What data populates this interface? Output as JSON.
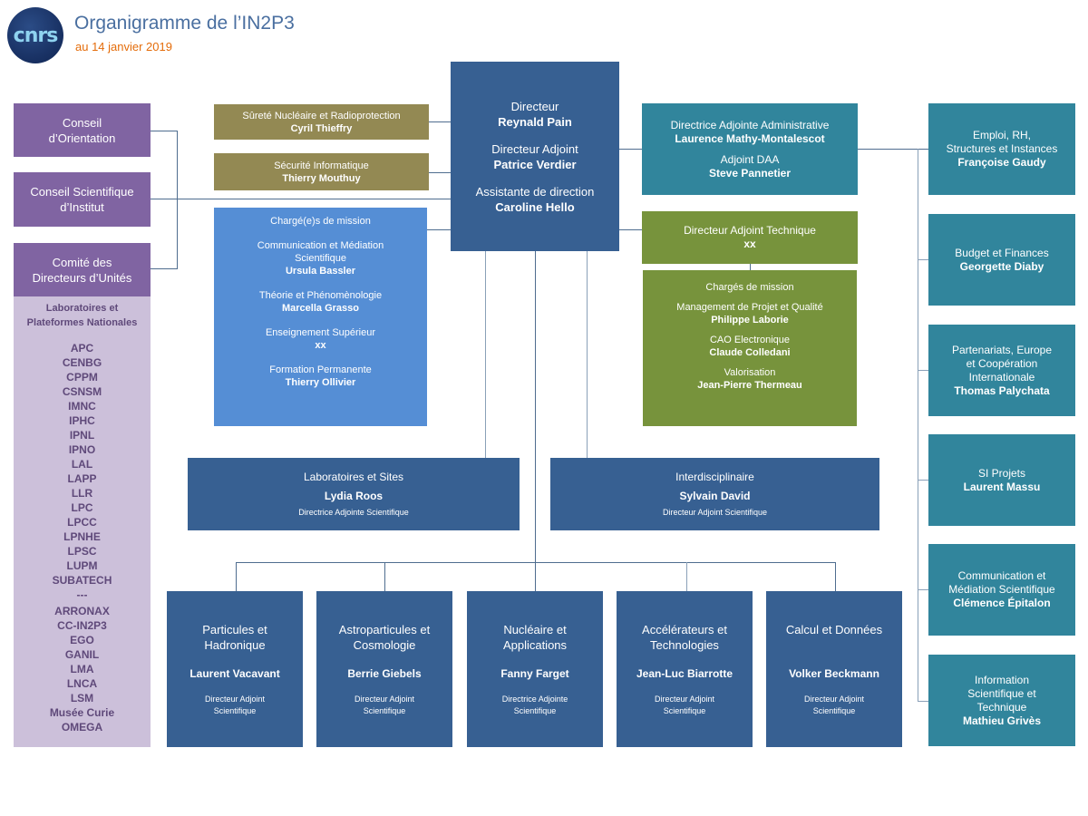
{
  "header": {
    "logo_text": "cnrs",
    "title": "Organigramme de l’IN2P3",
    "subtitle": "au 14 janvier 2019"
  },
  "colors": {
    "title": "#4a6fa0",
    "subtitle": "#e46c0a",
    "councils": "#8064a2",
    "labs_panel": "#ccc0da",
    "safety_units": "#938953",
    "missions_left": "#558ed5",
    "direction": "#376092",
    "administration": "#31859c",
    "technical": "#77933c"
  },
  "councils": [
    {
      "line1": "Conseil",
      "line2": "d’Orientation"
    },
    {
      "line1": "Conseil Scientifique",
      "line2": "d’Institut"
    },
    {
      "line1": "Comité des",
      "line2": "Directeurs d’Unités"
    }
  ],
  "labs": {
    "heading1": "Laboratoires et",
    "heading2": "Plateformes Nationales",
    "laboratories": [
      "APC",
      "CENBG",
      "CPPM",
      "CSNSM",
      "IMNC",
      "IPHC",
      "IPNL",
      "IPNO",
      "LAL",
      "LAPP",
      "LLR",
      "LPC",
      "LPCC",
      "LPNHE",
      "LPSC",
      "LUPM",
      "SUBATECH"
    ],
    "separator": "---",
    "platforms": [
      "ARRONAX",
      "CC-IN2P3",
      "EGO",
      "GANIL",
      "LMA",
      "LNCA",
      "LSM",
      "Musée Curie",
      "OMEGA"
    ]
  },
  "safety": [
    {
      "role": "Sûreté Nucléaire et Radioprotection",
      "name": "Cyril Thieffry"
    },
    {
      "role": "Sécurité Informatique",
      "name": "Thierry Mouthuy"
    }
  ],
  "missions_left": {
    "heading": "Chargé(e)s de mission",
    "items": [
      {
        "role1": "Communication et Médiation",
        "role2": "Scientifique",
        "name": "Ursula Bassler"
      },
      {
        "role1": "Théorie et Phénomènologie",
        "role2": "",
        "name": "Marcella Grasso"
      },
      {
        "role1": "Enseignement Supérieur",
        "role2": "",
        "name": "xx"
      },
      {
        "role1": "Formation Permanente",
        "role2": "",
        "name": "Thierry Ollivier"
      }
    ]
  },
  "direction": [
    {
      "role": "Directeur",
      "name": "Reynald  Pain"
    },
    {
      "role": "Directeur Adjoint",
      "name": "Patrice Verdier"
    },
    {
      "role": "Assistante de direction",
      "name": "Caroline  Hello"
    }
  ],
  "admin": [
    {
      "role": "Directrice Adjointe Administrative",
      "name": "Laurence  Mathy-Montalescot"
    },
    {
      "role": "Adjoint DAA",
      "name": "Steve Pannetier"
    }
  ],
  "technical": {
    "role": "Directeur Adjoint Technique",
    "name": "xx"
  },
  "missions_right": {
    "heading": "Chargés de mission",
    "items": [
      {
        "role": "Management de Projet et Qualité",
        "name": "Philippe Laborie"
      },
      {
        "role": "CAO Electronique",
        "name": "Claude Colledani"
      },
      {
        "role": "Valorisation",
        "name": "Jean-Pierre Thermeau"
      }
    ]
  },
  "transverse": [
    {
      "domain": "Laboratoires et Sites",
      "name": "Lydia Roos",
      "title": "Directrice  Adjointe  Scientifique"
    },
    {
      "domain": "Interdisciplinaire",
      "name": "Sylvain David",
      "title": "Directeur  Adjoint  Scientifique"
    }
  ],
  "scientific": [
    {
      "domain1": "Particules et",
      "domain2": "Hadronique",
      "name": "Laurent  Vacavant",
      "title1": "Directeur  Adjoint",
      "title2": "Scientifique"
    },
    {
      "domain1": "Astroparticules et",
      "domain2": "Cosmologie",
      "name": "Berrie Giebels",
      "title1": "Directeur  Adjoint",
      "title2": "Scientifique"
    },
    {
      "domain1": "Nucléaire et",
      "domain2": "Applications",
      "name": "Fanny Farget",
      "title1": "Directrice  Adjointe",
      "title2": "Scientifique"
    },
    {
      "domain1": "Accélérateurs et",
      "domain2": "Technologies",
      "name": "Jean-Luc Biarrotte",
      "title1": "Directeur  Adjoint",
      "title2": "Scientifique"
    },
    {
      "domain1": "Calcul et Données",
      "domain2": "",
      "name": "Volker Beckmann",
      "title1": "Directeur  Adjoint",
      "title2": "Scientifique"
    }
  ],
  "services": [
    {
      "lines": [
        "Emploi, RH,",
        "Structures et Instances"
      ],
      "name": "Françoise Gaudy"
    },
    {
      "lines": [
        "Budget et Finances"
      ],
      "name": "Georgette Diaby"
    },
    {
      "lines": [
        "Partenariats, Europe",
        "et Coopération",
        "Internationale"
      ],
      "name": "Thomas Palychata"
    },
    {
      "lines": [
        "SI Projets"
      ],
      "name": "Laurent Massu"
    },
    {
      "lines": [
        "Communication et",
        "Médiation Scientifique"
      ],
      "name": "Clémence Épitalon"
    },
    {
      "lines": [
        "Information",
        "Scientifique et",
        "Technique"
      ],
      "name": "Mathieu Grivès"
    }
  ]
}
